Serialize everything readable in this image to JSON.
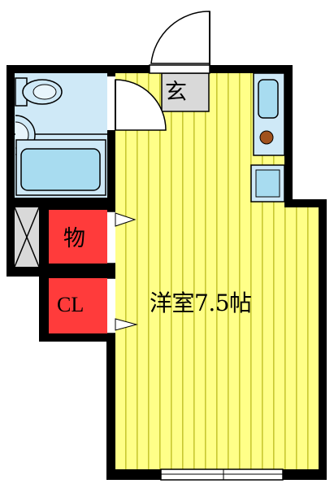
{
  "labels": {
    "entrance": "玄",
    "storage": "物",
    "closet": "CL",
    "room": "洋室7.5帖"
  },
  "colors": {
    "wall": "#000000",
    "room_floor": "#ffff88",
    "floor_stripe": "#c8c832",
    "wet_area": "#cfe9f7",
    "fixture": "#a8dcf0",
    "storage": "#ff3b3b",
    "entry_floor": "#d9d9d9",
    "stove_burner": "#a0521e"
  },
  "icons": [
    "toilet-icon",
    "washbasin-icon",
    "bathtub-icon",
    "kitchen-sink-icon",
    "stove-burner-icon",
    "fridge-icon",
    "door-swing-icon",
    "window-icon"
  ]
}
